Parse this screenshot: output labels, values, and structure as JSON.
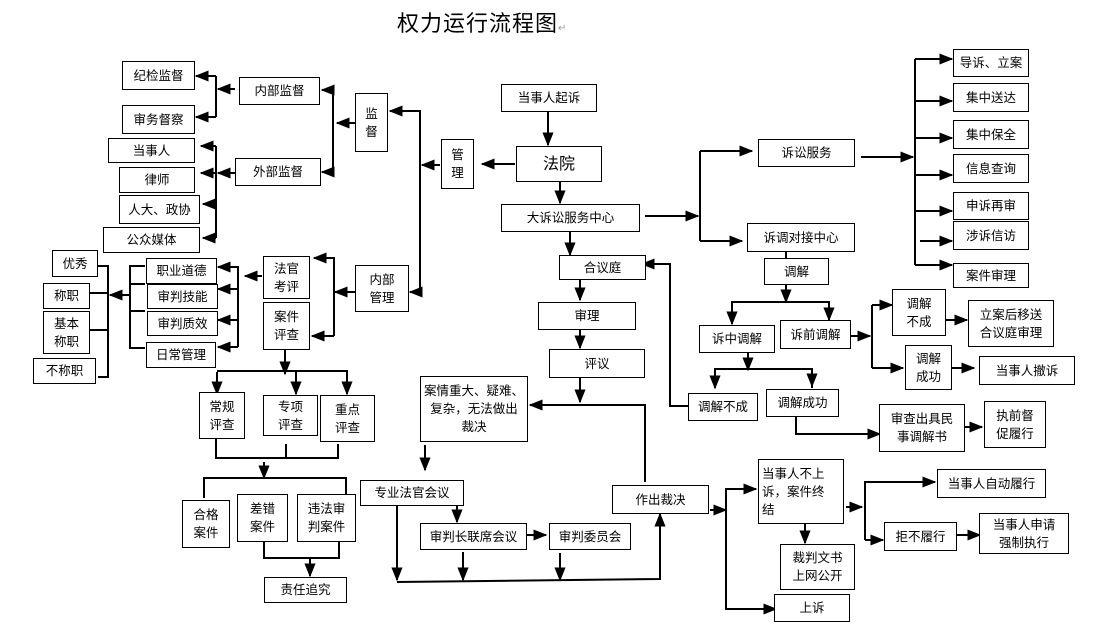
{
  "title": "权力运行流程图",
  "nodes": {
    "plaintiff_sues": "当事人起诉",
    "court": "法院",
    "management": "管\n理",
    "supervision": "监\n督",
    "big_litigation_center": "大诉讼服务中心",
    "internal_supervision": "内部监督",
    "external_supervision": "外部监督",
    "discipline_inspection": "纪检监督",
    "judicial_affairs_inspection": "审务督察",
    "party": "当事人",
    "lawyer": "律师",
    "npc_cppcc": "人大、政协",
    "public_media": "公众媒体",
    "internal_management": "内部\n管理",
    "judge_evaluation": "法官\n考评",
    "case_review": "案件\n评查",
    "professional_ethics": "职业道德",
    "trial_skills": "审判技能",
    "trial_quality": "审判质效",
    "daily_management": "日常管理",
    "excellent": "优秀",
    "competent": "称职",
    "basically_competent": "基本\n称职",
    "incompetent": "不称职",
    "routine_review": "常规\n评查",
    "special_review": "专项\n评查",
    "key_review": "重点\n评查",
    "qualified_case": "合格\n案件",
    "error_case": "差错\n案件",
    "illegal_trial_case": "违法审\n判案件",
    "accountability": "责任追究",
    "collegial_panel": "合议庭",
    "trial": "审理",
    "deliberation": "评议",
    "major_complex_case": "案情重大、疑难、\n复杂，无法做出\n裁决",
    "professional_judges_meeting": "专业法官会议",
    "presiding_judges_joint_meeting": "审判长联席会议",
    "judicial_committee": "审判委员会",
    "make_ruling": "作出裁决",
    "litigation_service": "诉讼服务",
    "mediation_center": "诉调对接中心",
    "mediation": "调解",
    "guidance_filing": "导诉、立案",
    "centralized_delivery": "集中送达",
    "centralized_preservation": "集中保全",
    "information_query": "信息查询",
    "appeal_retrial": "申诉再审",
    "litigation_petition": "涉诉信访",
    "case_trial": "案件审理",
    "in_litigation_mediation": "诉中调解",
    "pre_litigation_mediation": "诉前调解",
    "mediation_failed_pre": "调解\n不成",
    "mediation_success_pre": "调解\n成功",
    "transfer_after_filing": "立案后移送\n合议庭审理",
    "party_withdraws": "当事人撤诉",
    "mediation_failed": "调解不成",
    "mediation_success": "调解成功",
    "issue_mediation_document": "审查出具民\n事调解书",
    "pre_enforcement_urging": "执前督\n促履行",
    "no_appeal_case_closed": "当事人不上\n诉，案件终\n结",
    "judgment_online": "裁判文书\n上网公开",
    "appeal": "上诉",
    "voluntary_performance": "当事人自动履行",
    "refuse_performance": "拒不履行",
    "apply_enforcement": "当事人申请\n强制执行"
  },
  "colors": {
    "line": "#000000",
    "paragraph_mark": "#999999"
  }
}
